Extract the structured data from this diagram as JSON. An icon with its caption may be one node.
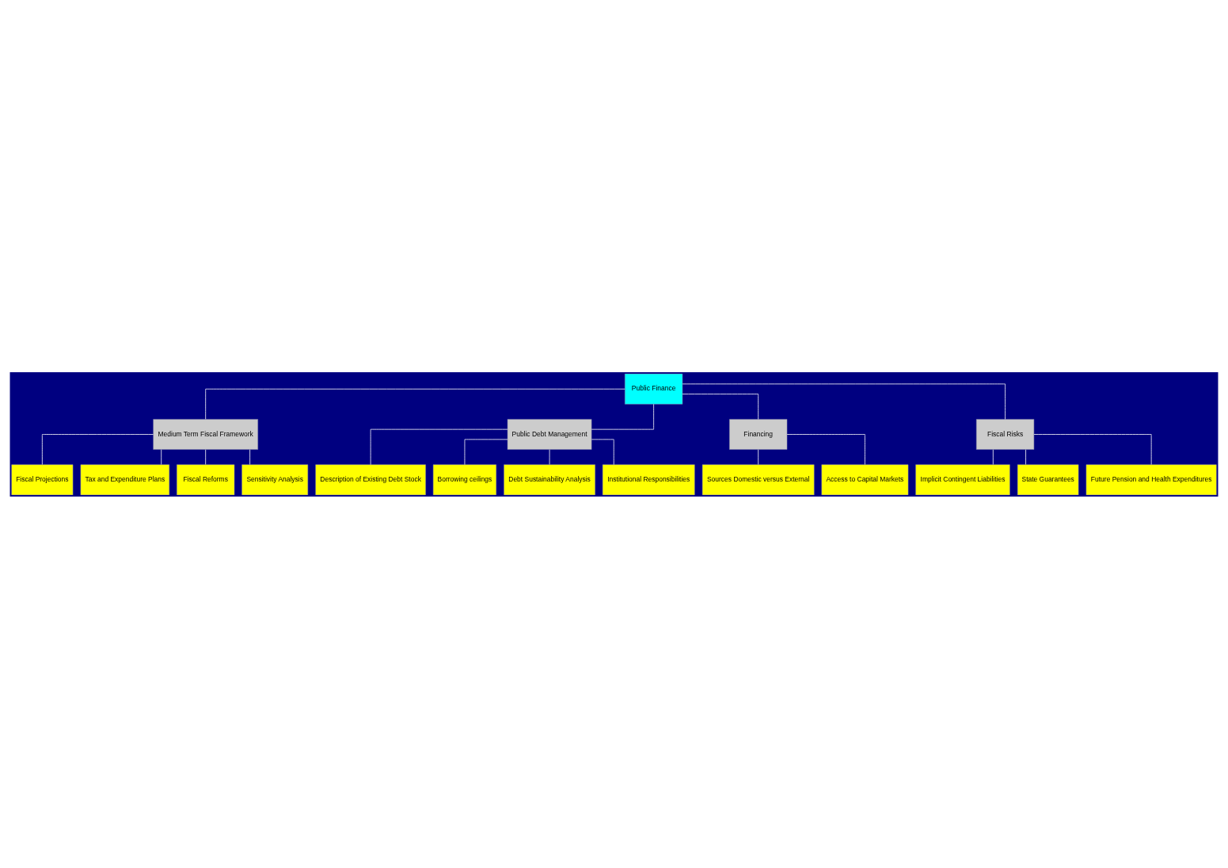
{
  "diagram": {
    "nodes": [
      {
        "text": [
          "Public Finance"
        ]
      },
      {
        "text": [
          "Medium Term Fiscal Framework"
        ]
      },
      {
        "text": [
          "Public Debt Management"
        ]
      },
      {
        "text": [
          "Financing"
        ]
      },
      {
        "text": [
          "Fiscal Risks"
        ]
      },
      {
        "text": [
          "Fiscal Projections"
        ]
      },
      {
        "text": [
          "Tax and Expenditure Plans"
        ]
      },
      {
        "text": [
          "Fiscal Reforms"
        ]
      },
      {
        "text": [
          "Sensitivity Analysis"
        ]
      },
      {
        "text": [
          "Description of Existing Debt Stock"
        ]
      },
      {
        "text": [
          "Borrowing ceilings"
        ]
      },
      {
        "text": [
          "Debt Sustainability Analysis"
        ]
      },
      {
        "text": [
          "Institutional Responsibilities"
        ]
      },
      {
        "text": [
          "Sources Domestic versus External"
        ]
      },
      {
        "text": [
          "Access to Capital Markets"
        ]
      },
      {
        "text": [
          "Implicit Contingent Liabilities"
        ]
      },
      {
        "text": [
          "State Guarantees"
        ]
      },
      {
        "text": [
          "Future Pension and Health Expenditures"
        ]
      }
    ],
    "edges": [
      {
        "from": 0,
        "to": 1,
        "arrow": "none"
      },
      {
        "from": 0,
        "to": 2,
        "arrow": "none"
      },
      {
        "from": 0,
        "to": 3,
        "arrow": "none"
      },
      {
        "from": 0,
        "to": 4,
        "arrow": "none"
      },
      {
        "from": 1,
        "to": 5,
        "arrow": "none"
      },
      {
        "from": 1,
        "to": 6,
        "arrow": "none"
      },
      {
        "from": 1,
        "to": 7,
        "arrow": "none"
      },
      {
        "from": 1,
        "to": 8,
        "arrow": "none"
      },
      {
        "from": 2,
        "to": 9,
        "arrow": "none"
      },
      {
        "from": 2,
        "to": 10,
        "arrow": "none"
      },
      {
        "from": 2,
        "to": 11,
        "arrow": "none"
      },
      {
        "from": 2,
        "to": 12,
        "arrow": "none"
      },
      {
        "from": 3,
        "to": 13,
        "arrow": "none"
      },
      {
        "from": 3,
        "to": 14,
        "arrow": "none"
      },
      {
        "from": 4,
        "to": 15,
        "arrow": "none"
      },
      {
        "from": 4,
        "to": 16,
        "arrow": "none"
      },
      {
        "from": 4,
        "to": 17,
        "arrow": "none"
      }
    ]
  }
}
